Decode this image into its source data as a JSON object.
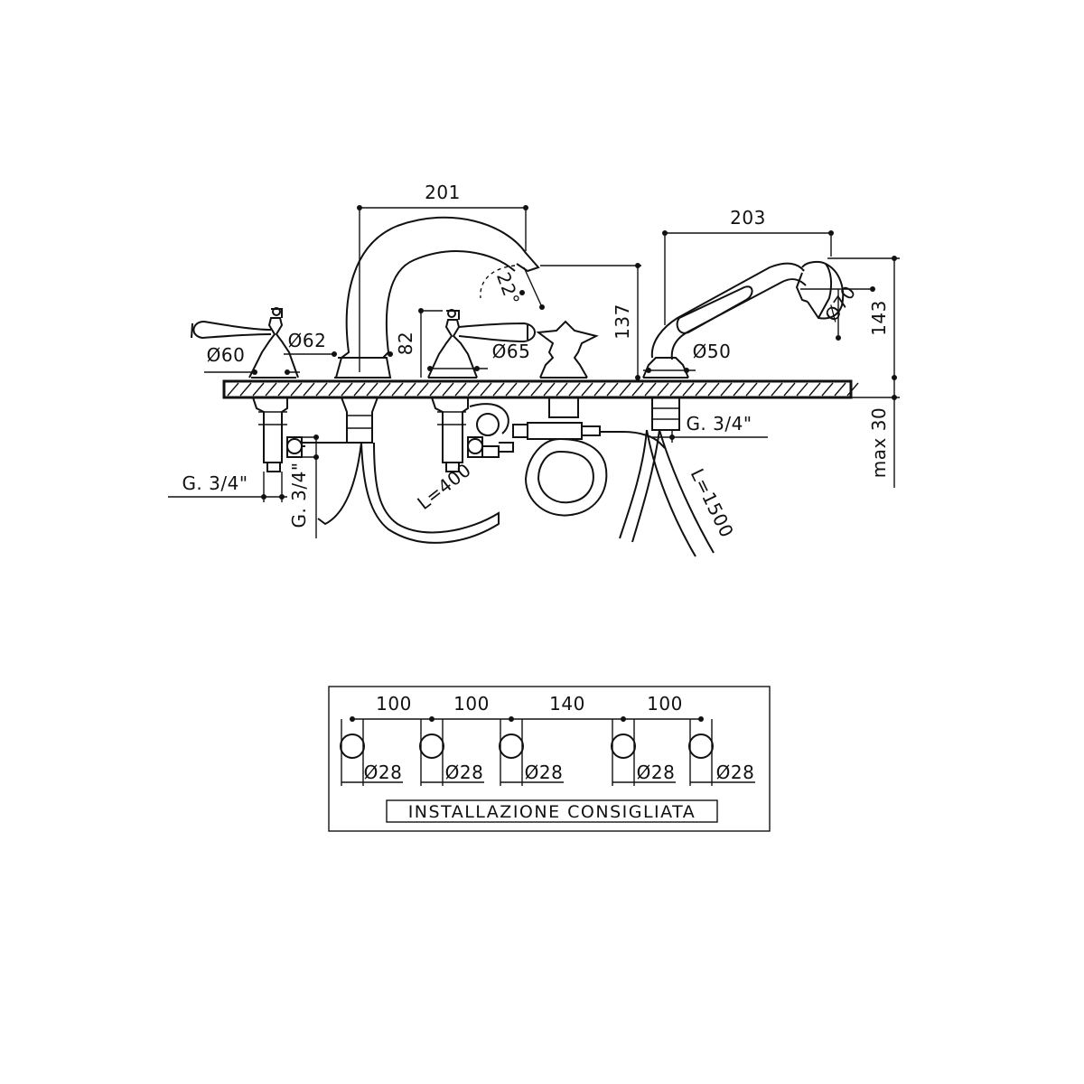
{
  "dimensions": {
    "spout_reach": "201",
    "shower_reach": "203",
    "spout_height": "137",
    "shower_height": "143",
    "handle_height": "82",
    "max_deck": "max 30",
    "spout_angle": "22°",
    "dia_handle_left": "Ø60",
    "dia_spout_base": "Ø62",
    "dia_handle_right": "Ø65",
    "dia_shower_base": "Ø50",
    "dia_shower_head": "Ø70",
    "thread_left": "G. 3/4\"",
    "thread_vertical": "G. 3/4\"",
    "thread_right": "G. 3/4\"",
    "hose_short": "L=400",
    "hose_long": "L=1500"
  },
  "installation": {
    "spacings": [
      "100",
      "100",
      "140",
      "100"
    ],
    "holes": [
      "Ø28",
      "Ø28",
      "Ø28",
      "Ø28",
      "Ø28"
    ],
    "title": "INSTALLAZIONE CONSIGLIATA"
  }
}
